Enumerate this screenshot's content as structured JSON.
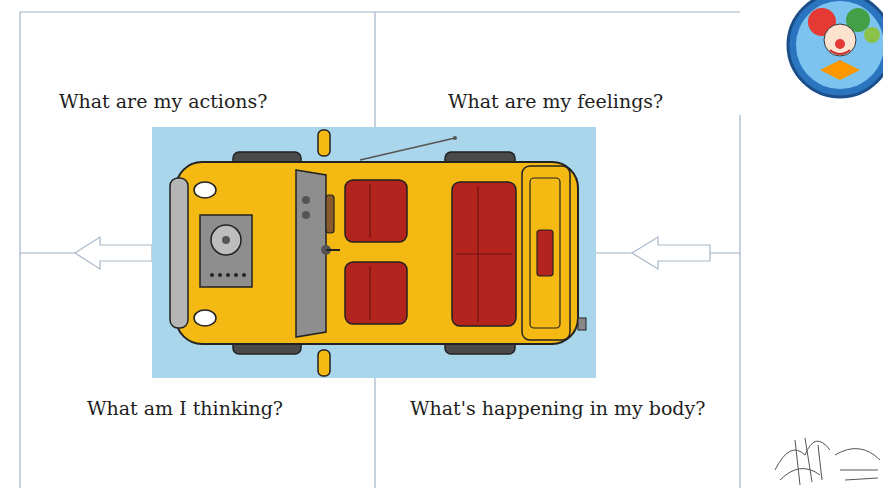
{
  "diagram": {
    "labels": [
      "What are my actions?",
      "What are my feelings?",
      "What am I thinking?",
      "What's happening in my body?"
    ]
  }
}
